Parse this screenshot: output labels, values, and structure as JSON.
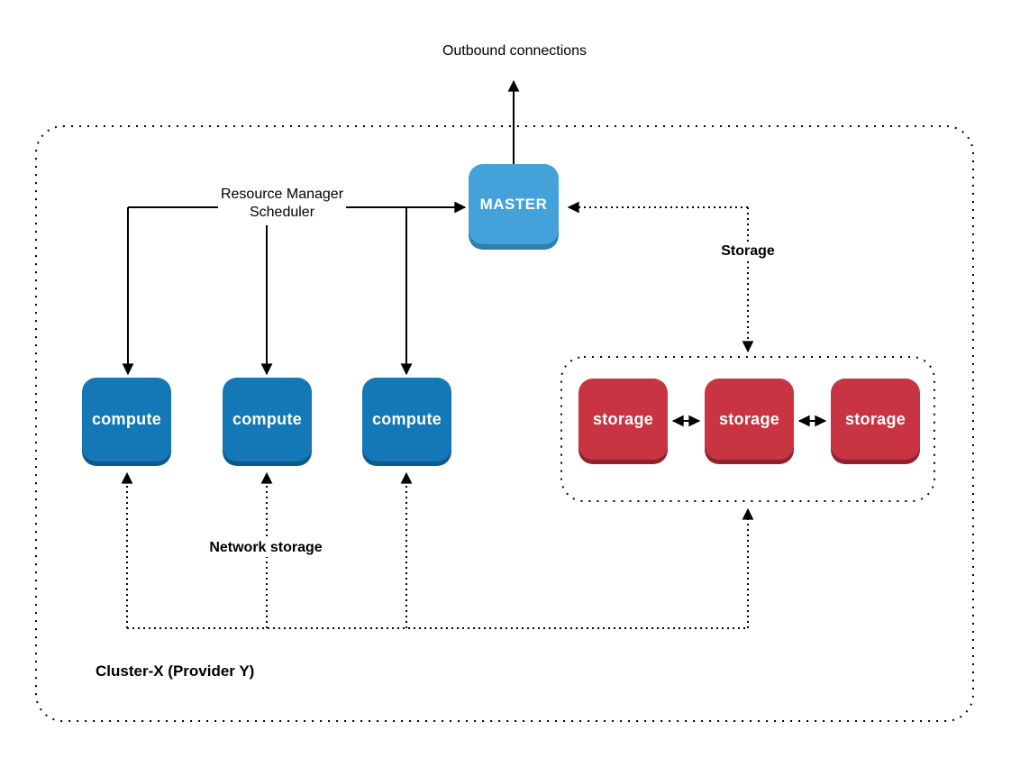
{
  "labels": {
    "outbound": "Outbound connections",
    "resource_manager_line1": "Resource Manager",
    "resource_manager_line2": "Scheduler",
    "storage_flow": "Storage",
    "network_storage": "Network storage",
    "cluster": "Cluster-X (Provider Y)"
  },
  "nodes": {
    "master": "MASTER",
    "compute": [
      "compute",
      "compute",
      "compute"
    ],
    "storage": [
      "storage",
      "storage",
      "storage"
    ]
  },
  "colors": {
    "master_fill": "#42a2d9",
    "master_edge": "#2e7fab",
    "compute_fill": "#1478b6",
    "compute_edge": "#0d5a88",
    "storage_fill": "#c93442",
    "storage_edge": "#8e2230",
    "connector": "#000000",
    "background": "#ffffff"
  }
}
